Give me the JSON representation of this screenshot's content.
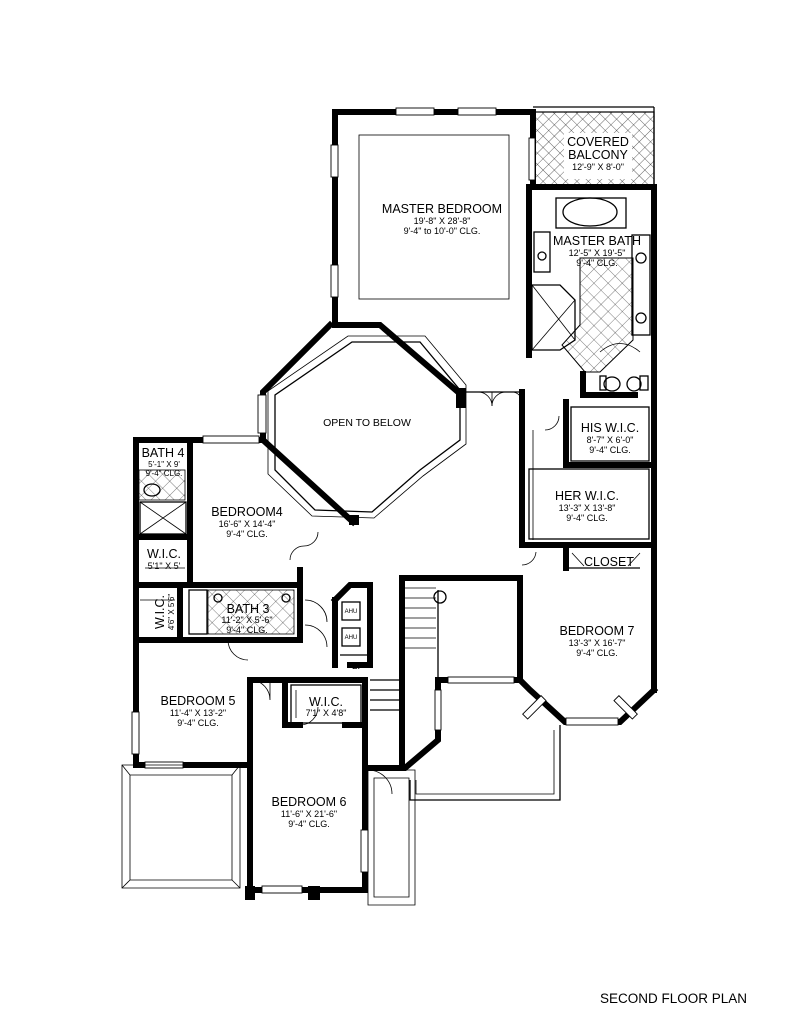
{
  "plan_title": "SECOND FLOOR PLAN",
  "open_to_below": "OPEN TO BELOW",
  "rooms": {
    "covered_balcony": {
      "name1": "COVERED",
      "name2": "BALCONY",
      "dims": "12'-9\" X 8'-0\""
    },
    "master_bedroom": {
      "name": "MASTER BEDROOM",
      "dims": "19'-8\" X 28'-8\"",
      "clg": "9'-4\" to 10'-0\" CLG."
    },
    "master_bath": {
      "name": "MASTER BATH",
      "dims": "12'-5\" X 19'-5\"",
      "clg": "9'-4\" CLG."
    },
    "his_wic": {
      "name": "HIS W.I.C.",
      "dims": "8'-7\" X 6'-0\"",
      "clg": "9'-4\" CLG."
    },
    "her_wic": {
      "name": "HER W.I.C.",
      "dims": "13'-3\" X 13'-8\"",
      "clg": "9'-4\" CLG."
    },
    "closet": {
      "name": "CLOSET"
    },
    "bedroom7": {
      "name": "BEDROOM 7",
      "dims": "13'-3\" X 16'-7\"",
      "clg": "9'-4\" CLG."
    },
    "bath4": {
      "name": "BATH 4",
      "dims": "5'-1\" X 9'",
      "clg": "9'-4\" CLG."
    },
    "bedroom4": {
      "name": "BEDROOM4",
      "dims": "16'-6\" X 14'-4\"",
      "clg": "9'-4\" CLG."
    },
    "wic_small": {
      "name": "W.I.C.",
      "dims": "5'1\" X 5'"
    },
    "wic_vertical": {
      "name": "W.I.C.",
      "dims": "4'6\" X 5'6\""
    },
    "bath3": {
      "name": "BATH 3",
      "dims": "11'-2\" X 5'-6\"",
      "clg": "9'-4\" CLG."
    },
    "ahu1": {
      "name": "AHU"
    },
    "ahu2": {
      "name": "AHU"
    },
    "linen": {
      "name": "L."
    },
    "bedroom5": {
      "name": "BEDROOM 5",
      "dims": "11'-4\" X 13'-2\"",
      "clg": "9'-4\" CLG."
    },
    "wic_bed6": {
      "name": "W.I.C.",
      "dims": "7'1\" X 4'8\""
    },
    "bedroom6": {
      "name": "BEDROOM 6",
      "dims": "11'-6\" X 21'-6\"",
      "clg": "9'-4\" CLG."
    }
  }
}
